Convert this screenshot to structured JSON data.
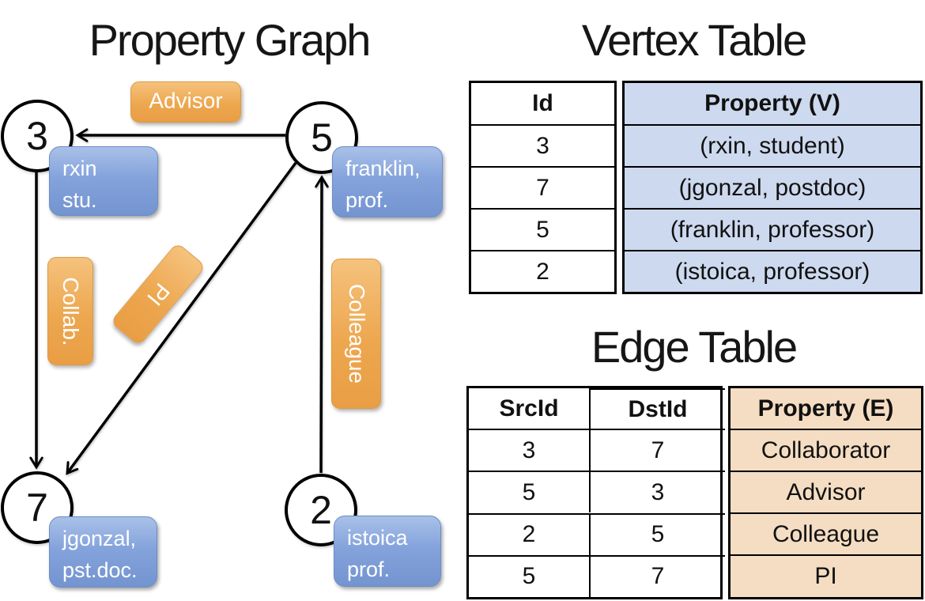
{
  "graph": {
    "title": "Property Graph",
    "nodes": [
      {
        "id": "3",
        "label_lines": [
          "rxin",
          "stu."
        ]
      },
      {
        "id": "5",
        "label_lines": [
          "franklin,",
          "prof."
        ]
      },
      {
        "id": "7",
        "label_lines": [
          "jgonzal,",
          "pst.doc."
        ]
      },
      {
        "id": "2",
        "label_lines": [
          "istoica",
          "prof."
        ]
      }
    ],
    "edges": [
      {
        "src": "5",
        "dst": "3",
        "label": "Advisor"
      },
      {
        "src": "3",
        "dst": "7",
        "label": "Collab."
      },
      {
        "src": "5",
        "dst": "7",
        "label": "PI"
      },
      {
        "src": "2",
        "dst": "5",
        "label": "Colleague"
      }
    ]
  },
  "vertex_table": {
    "title": "Vertex Table",
    "columns": [
      "Id",
      "Property (V)"
    ],
    "rows": [
      [
        "3",
        "(rxin, student)"
      ],
      [
        "7",
        "(jgonzal, postdoc)"
      ],
      [
        "5",
        "(franklin, professor)"
      ],
      [
        "2",
        "(istoica, professor)"
      ]
    ]
  },
  "edge_table": {
    "title": "Edge Table",
    "columns": [
      "SrcId",
      "DstId",
      "Property (E)"
    ],
    "rows": [
      [
        "3",
        "7",
        "Collaborator"
      ],
      [
        "5",
        "3",
        "Advisor"
      ],
      [
        "2",
        "5",
        "Colleague"
      ],
      [
        "5",
        "7",
        "PI"
      ]
    ]
  },
  "colors": {
    "vertex_box_blue": "#84a3dc",
    "vertex_table_fill": "#cdd9ee",
    "edge_box_orange": "#eda74f",
    "edge_table_fill": "#f4ddc2",
    "line_black": "#000000"
  }
}
